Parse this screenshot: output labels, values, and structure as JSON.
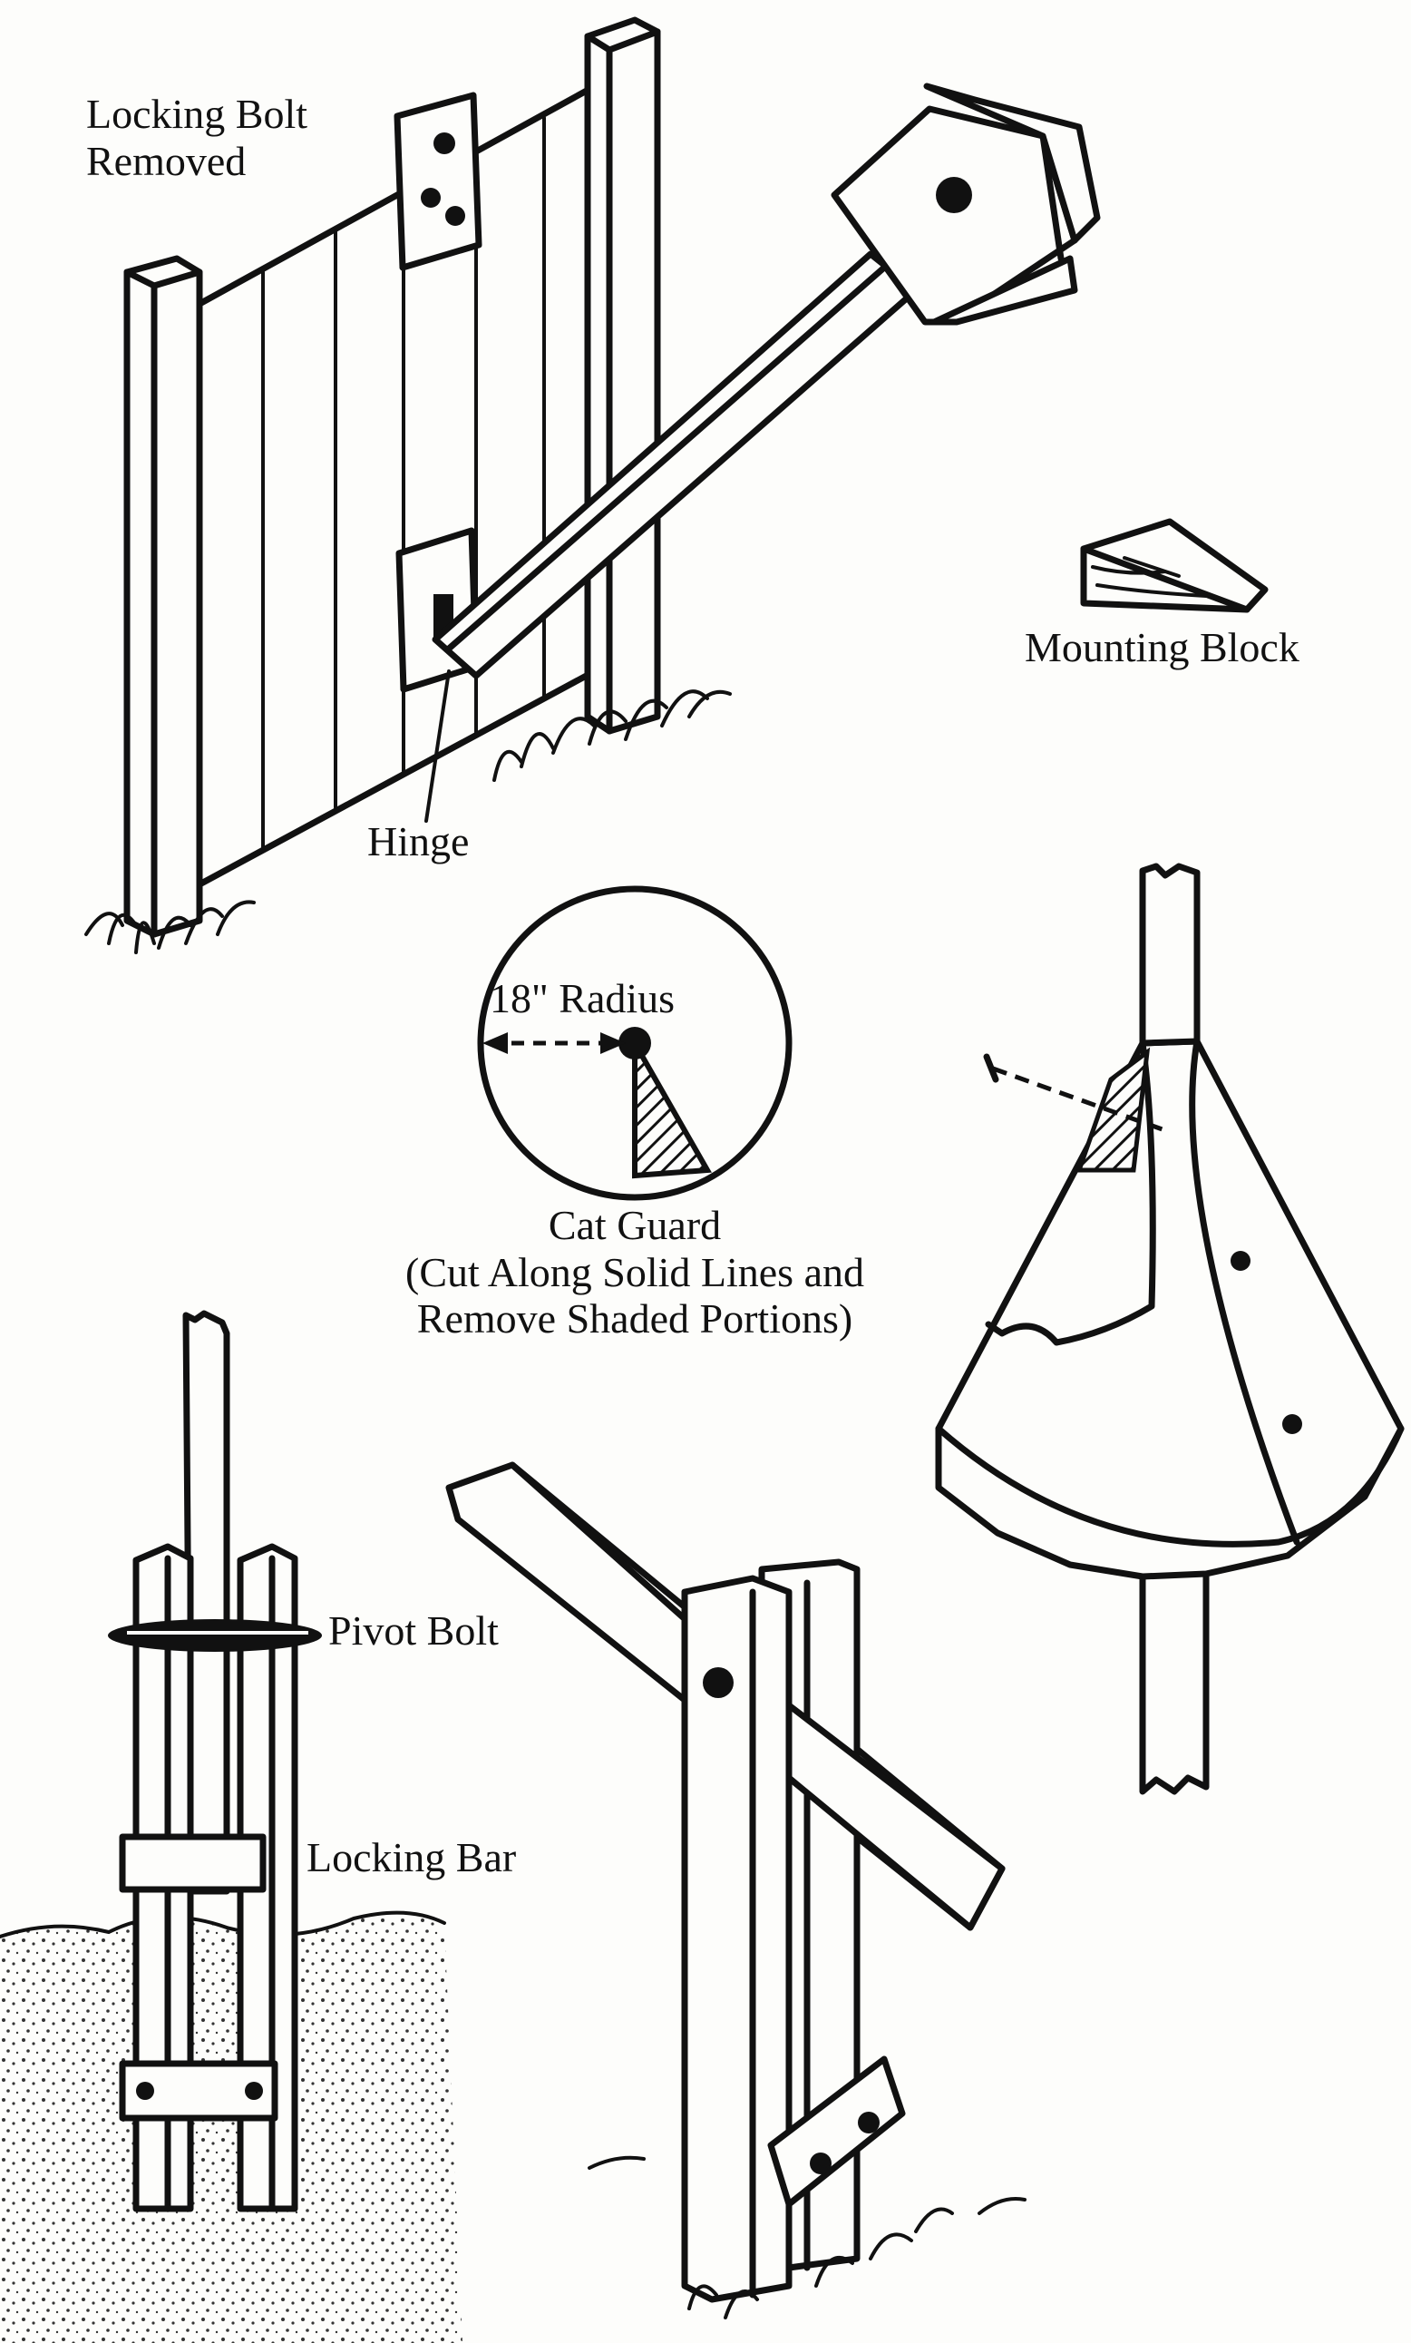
{
  "labels": {
    "locking_bolt_removed": [
      "Locking Bolt",
      "Removed"
    ],
    "hinge": "Hinge",
    "mounting_block": "Mounting Block",
    "radius": "18\" Radius",
    "cat_guard": [
      "Cat Guard",
      "(Cut Along Solid Lines and",
      "Remove Shaded Portions)"
    ],
    "pivot_bolt": "Pivot Bolt",
    "locking_bar": "Locking Bar"
  }
}
